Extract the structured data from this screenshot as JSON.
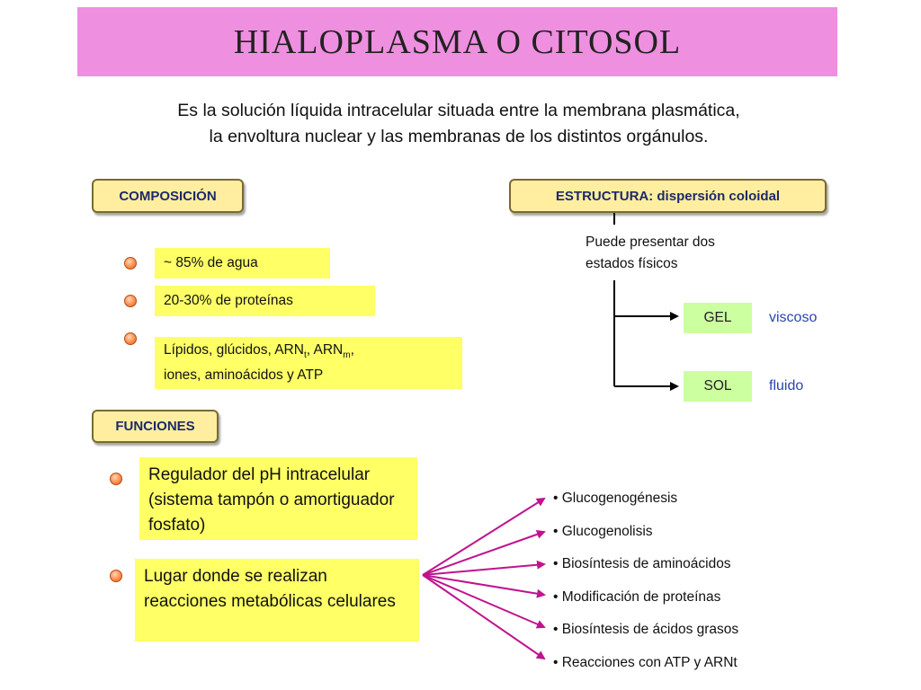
{
  "title": "HIALOPLASMA O CITOSOL",
  "intro": {
    "line1": "Es la solución líquida intracelular situada entre la membrana plasmática,",
    "line2": "la envoltura nuclear y las membranas de los distintos orgánulos."
  },
  "composicion": {
    "label": "COMPOSICIÓN",
    "items": {
      "agua": "~ 85% de agua",
      "proteinas": "20-30% de proteínas",
      "lipidos_prefix": "Lípidos, glúcidos, ARN",
      "sub_t": "t",
      "sep": ", ARN",
      "sub_m": "m",
      "comma": ",",
      "lipidos_line2": "iones, aminoácidos y ATP"
    }
  },
  "estructura": {
    "label": "ESTRUCTURA: dispersión coloidal",
    "desc_line1": "Puede presentar dos",
    "desc_line2": "estados físicos",
    "gel": "GEL",
    "gel_desc": "viscoso",
    "sol": "SOL",
    "sol_desc": "fluido"
  },
  "funciones": {
    "label": "FUNCIONES",
    "regulador": "Regulador del pH intracelular (sistema tampón o amortiguador fosfato)",
    "lugar": "Lugar donde se realizan reacciones metabólicas celulares",
    "reacciones": [
      "Glucogenogénesis",
      "Glucogenolisis",
      "Biosíntesis de aminoácidos",
      "Modificación de proteínas",
      "Biosíntesis de ácidos grasos",
      "Reacciones con ATP y ARNt"
    ]
  },
  "colors": {
    "title_bg": "#ee8fe0",
    "yellow": "#ffff66",
    "green": "#ccffa0",
    "arrow_magenta": "#c0138f",
    "blue_text": "#2a44b0"
  }
}
